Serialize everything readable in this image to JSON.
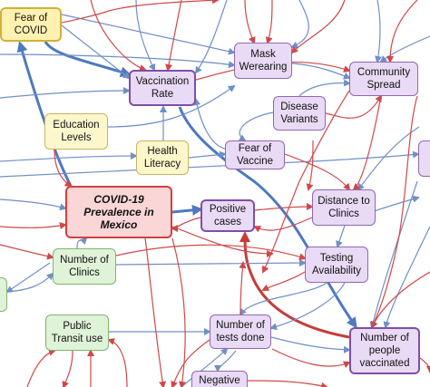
{
  "diagram": {
    "nodes": [
      {
        "id": "fear",
        "label": "Fear of\nCOVID",
        "style": "yellow-strong"
      },
      {
        "id": "mask",
        "label": "Mask\nWerearing",
        "style": "purple"
      },
      {
        "id": "community",
        "label": "Community\nSpread",
        "style": "purple"
      },
      {
        "id": "vaccination",
        "label": "Vaccination\nRate",
        "style": "purple-strong"
      },
      {
        "id": "variants",
        "label": "Disease\nVariants",
        "style": "purple"
      },
      {
        "id": "education",
        "label": "Education\nLevels",
        "style": "yellow"
      },
      {
        "id": "literacy",
        "label": "Health\nLiteracy",
        "style": "yellow"
      },
      {
        "id": "fearvax",
        "label": "Fear of\nVaccine",
        "style": "purple"
      },
      {
        "id": "prevalence",
        "label": "COVID-19\nPrevalence in\nMexico",
        "style": "red-strong"
      },
      {
        "id": "positive",
        "label": "Positive\ncases",
        "style": "purple-strong"
      },
      {
        "id": "distance",
        "label": "Distance to\nClinics",
        "style": "purple"
      },
      {
        "id": "clinics",
        "label": "Number of\nClinics",
        "style": "green"
      },
      {
        "id": "testing",
        "label": "Testing\nAvailability",
        "style": "purple"
      },
      {
        "id": "transit",
        "label": "Public\nTransit use",
        "style": "green"
      },
      {
        "id": "tests",
        "label": "Number of\ntests done",
        "style": "purple"
      },
      {
        "id": "vaccinated",
        "label": "Number of\npeople\nvaccinated",
        "style": "purple-strong"
      },
      {
        "id": "negative",
        "label": "Negative",
        "style": "purple"
      }
    ],
    "colors": {
      "red_edge": "#d04848",
      "blue_edge": "#6f8fc7",
      "blue_strong": "#4f78c0",
      "red_strong": "#c83a3a"
    }
  }
}
